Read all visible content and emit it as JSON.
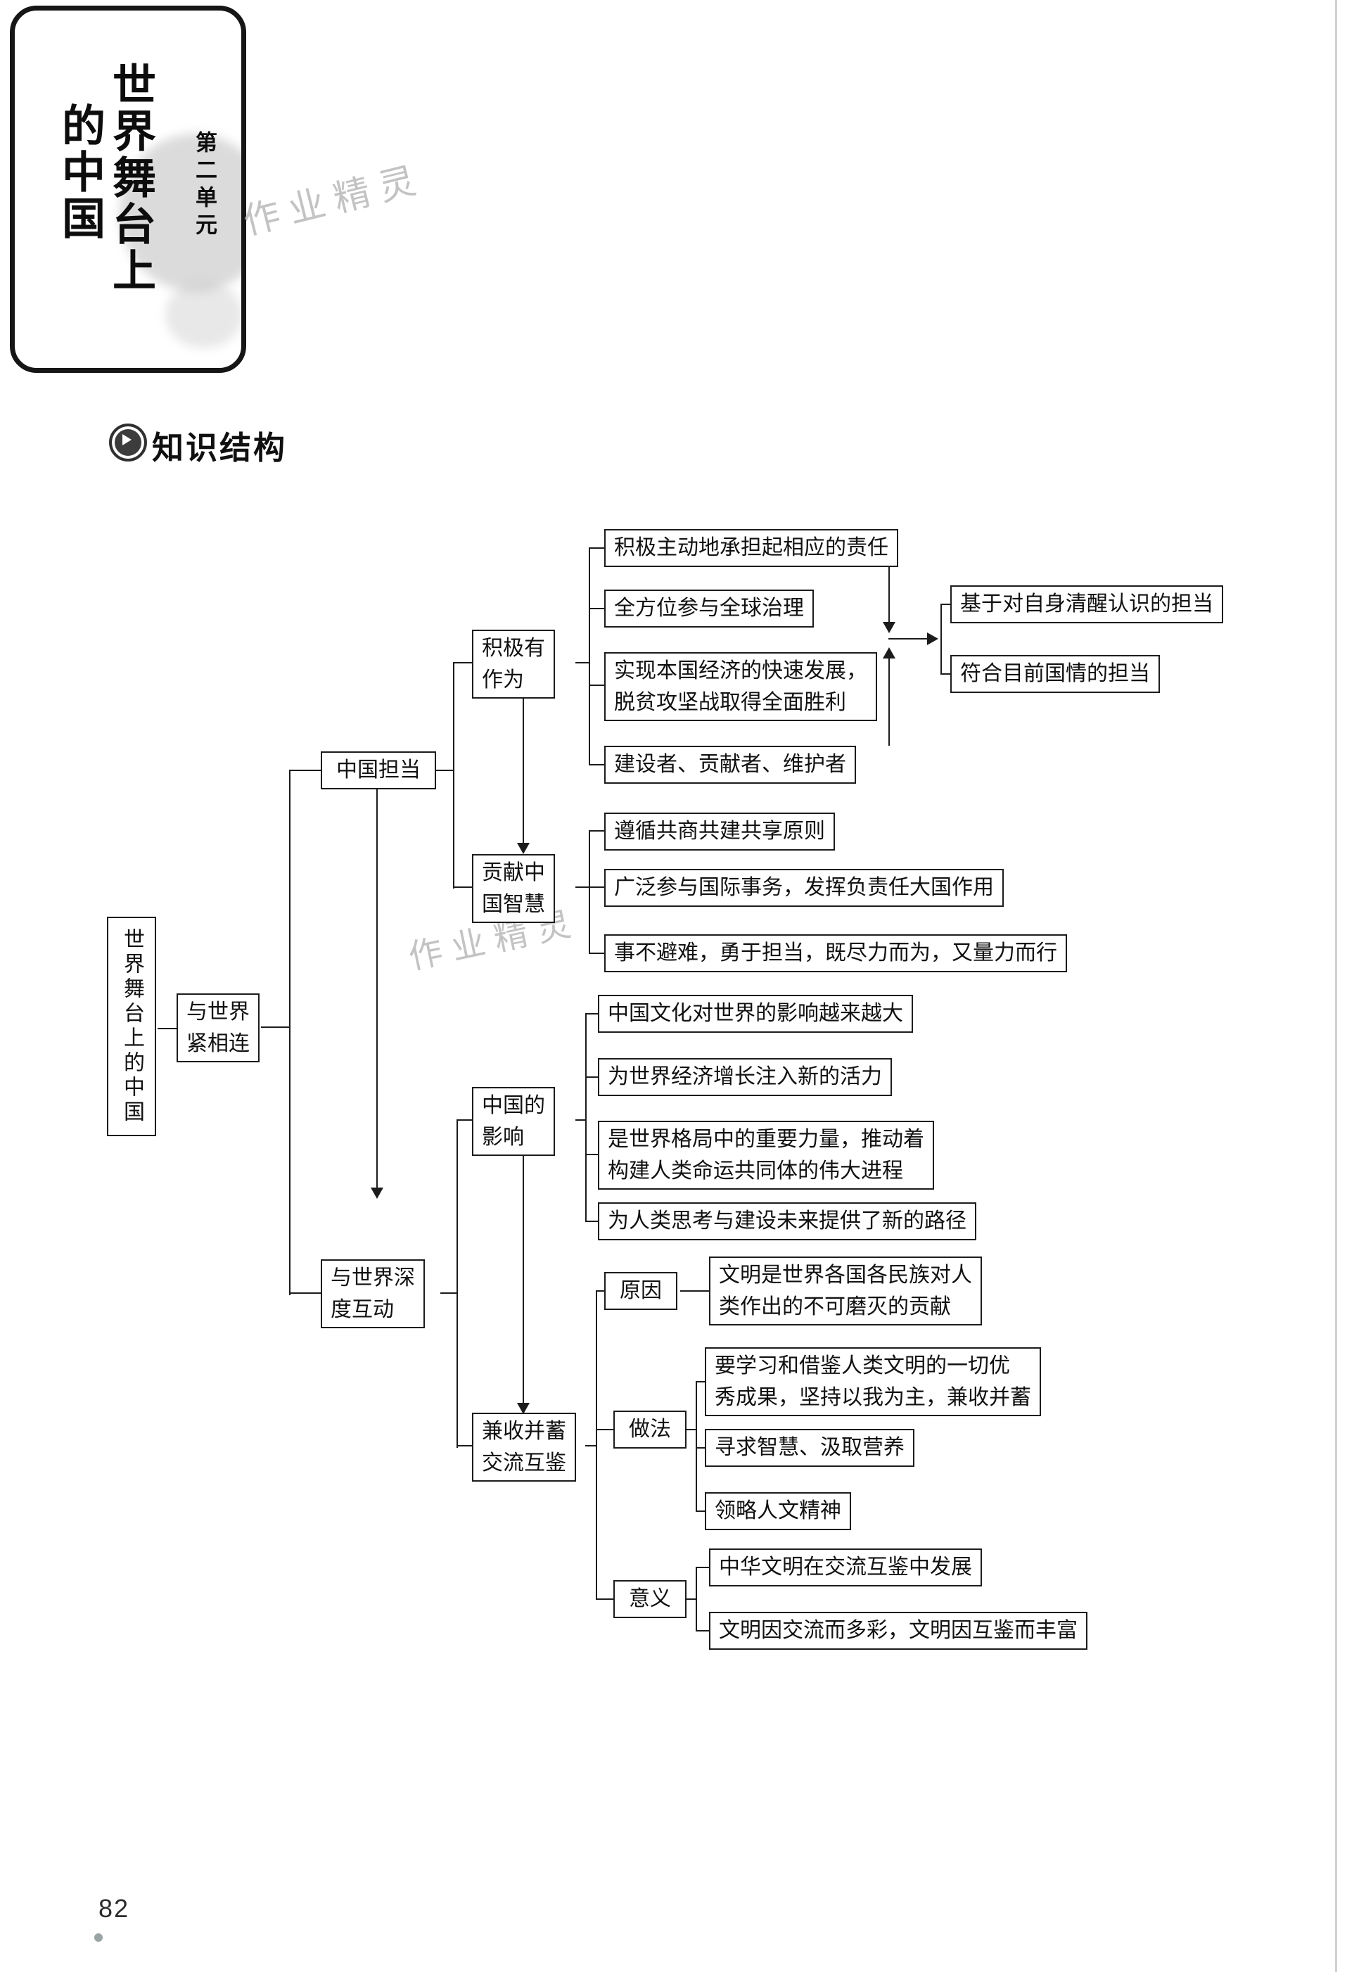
{
  "unit_badge": {
    "unit_label": "第二单元",
    "title_col1": "世界舞台上",
    "title_col2": "的中国"
  },
  "watermark": {
    "text": "作业精灵"
  },
  "section": {
    "title": "知识结构"
  },
  "page": {
    "number": "82"
  },
  "colors": {
    "line": "#1c1c1c",
    "watermark": "#b5b5b5"
  },
  "diagram": {
    "root": "世界舞台上的中国",
    "link": [
      "与世界",
      "紧相连"
    ],
    "dandang": "中国担当",
    "deep": [
      "与世界深",
      "度互动"
    ],
    "active": [
      "积极有",
      "作为"
    ],
    "wisdom": [
      "贡献中",
      "国智慧"
    ],
    "influence": [
      "中国的",
      "影响"
    ],
    "mutual": [
      "兼收并蓄",
      "交流互鉴"
    ],
    "a1": "积极主动地承担起相应的责任",
    "a2": "全方位参与全球治理",
    "a3": [
      "实现本国经济的快速发展，",
      "脱贫攻坚战取得全面胜利"
    ],
    "a4": "建设者、贡献者、维护者",
    "r1": "基于对自身清醒认识的担当",
    "r2": "符合目前国情的担当",
    "w1": "遵循共商共建共享原则",
    "w2": "广泛参与国际事务，发挥负责任大国作用",
    "w3": "事不避难，勇于担当，既尽力而为，又量力而行",
    "i1": "中国文化对世界的影响越来越大",
    "i2": "为世界经济增长注入新的活力",
    "i3": [
      "是世界格局中的重要力量，推动着",
      "构建人类命运共同体的伟大进程"
    ],
    "i4": "为人类思考与建设未来提供了新的路径",
    "reason_label": "原因",
    "reason": [
      "文明是世界各国各民族对人",
      "类作出的不可磨灭的贡献"
    ],
    "method_label": "做法",
    "m1": [
      "要学习和借鉴人类文明的一切优",
      "秀成果，坚持以我为主，兼收并蓄"
    ],
    "m2": "寻求智慧、汲取营养",
    "m3": "领略人文精神",
    "meaning_label": "意义",
    "s1": "中华文明在交流互鉴中发展",
    "s2": "文明因交流而多彩，文明因互鉴而丰富"
  }
}
